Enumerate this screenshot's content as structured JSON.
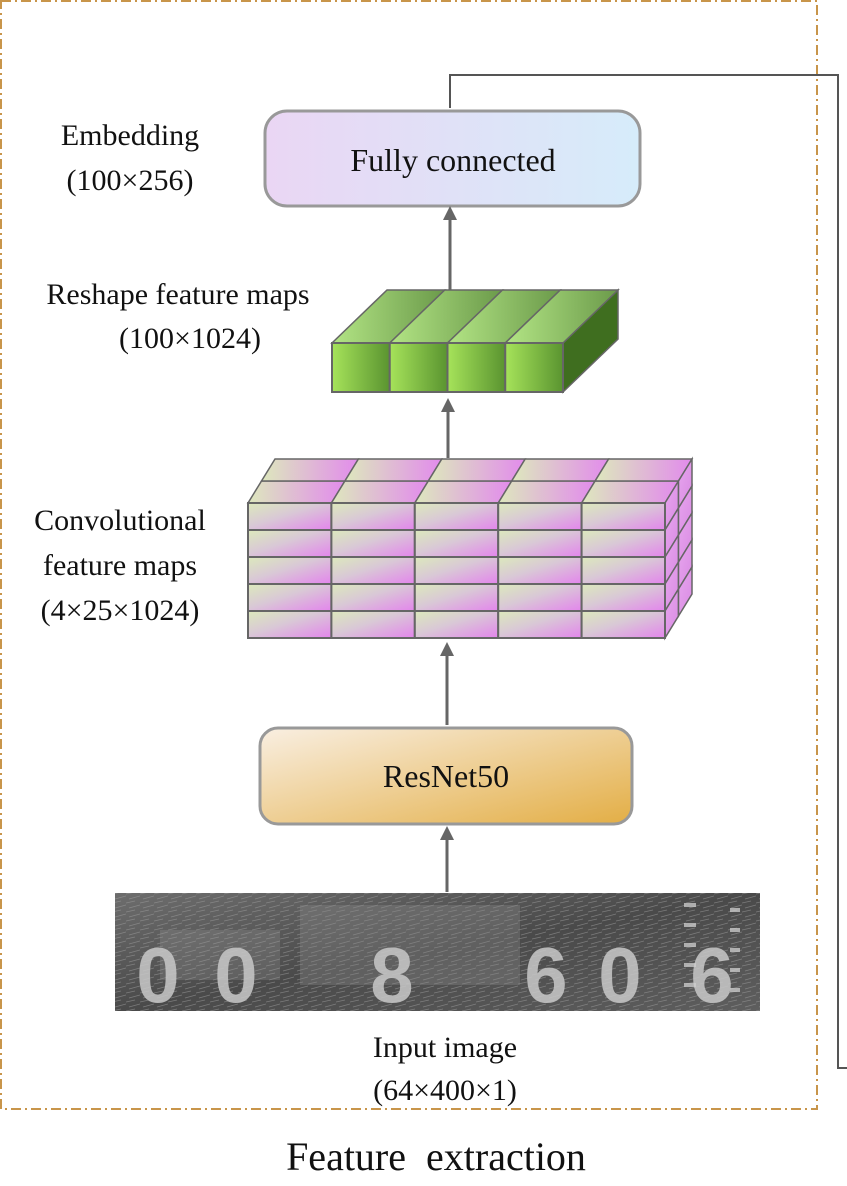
{
  "diagram": {
    "caption": "Feature  extraction",
    "fc": {
      "label": "Fully connected",
      "name": "Embedding",
      "shape": "(100×256)"
    },
    "reshape": {
      "name": "Reshape feature maps",
      "shape": "(100×1024)"
    },
    "conv": {
      "name_line1": "Convolutional",
      "name_line2": "feature maps",
      "shape": "(4×25×1024)"
    },
    "resnet": {
      "label": "ResNet50"
    },
    "input": {
      "name": "Input image",
      "shape": "(64×400×1)",
      "digits": [
        "0",
        "0",
        "8",
        "6",
        "0",
        "6"
      ]
    },
    "colors": {
      "frame": "#c8954a",
      "arrow": "#666666",
      "conv_green": "#d9e8b8",
      "conv_pink": "#e687ee",
      "reshape_light": "#a6e55c",
      "reshape_dark": "#3f6e1f",
      "resnet_light": "#f8ecdc",
      "resnet_dark": "#e4b24c",
      "fc_light": "#ead8f4",
      "fc_dark": "#d8ecf8"
    }
  }
}
